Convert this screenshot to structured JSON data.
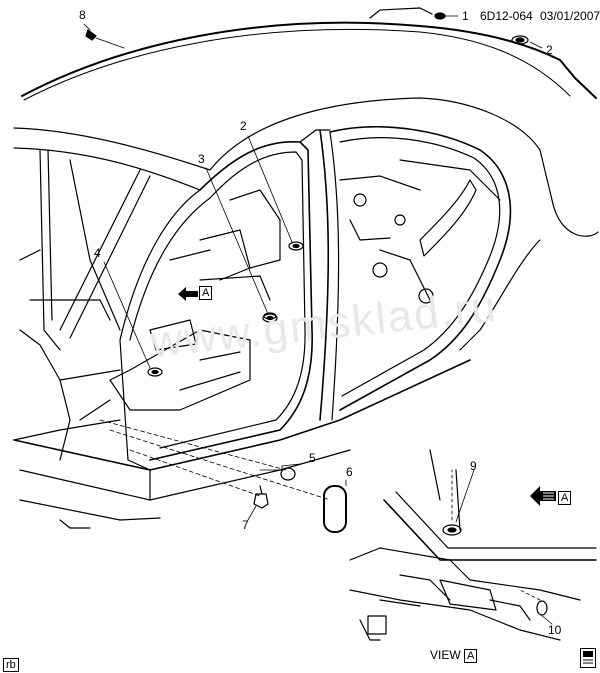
{
  "header": {
    "drawing_id": "6D12-064",
    "date": "03/01/2007"
  },
  "callouts": {
    "c1": "1",
    "c2_top": "2",
    "c2_pillar": "2",
    "c3": "3",
    "c4": "4",
    "c5": "5",
    "c6": "6",
    "c7": "7",
    "c8": "8",
    "c9": "9",
    "c10": "10"
  },
  "view_markers": {
    "view_arrow_letter": "A",
    "detail_arrow_letter": "A",
    "footer_view_word": "VIEW",
    "footer_view_letter": "A"
  },
  "footer": {
    "corner_tag": "rb"
  },
  "watermark": "www.gmsklad.ru",
  "icons": [
    "view-arrow-icon",
    "detail-view-arrow-icon",
    "book-icon"
  ]
}
